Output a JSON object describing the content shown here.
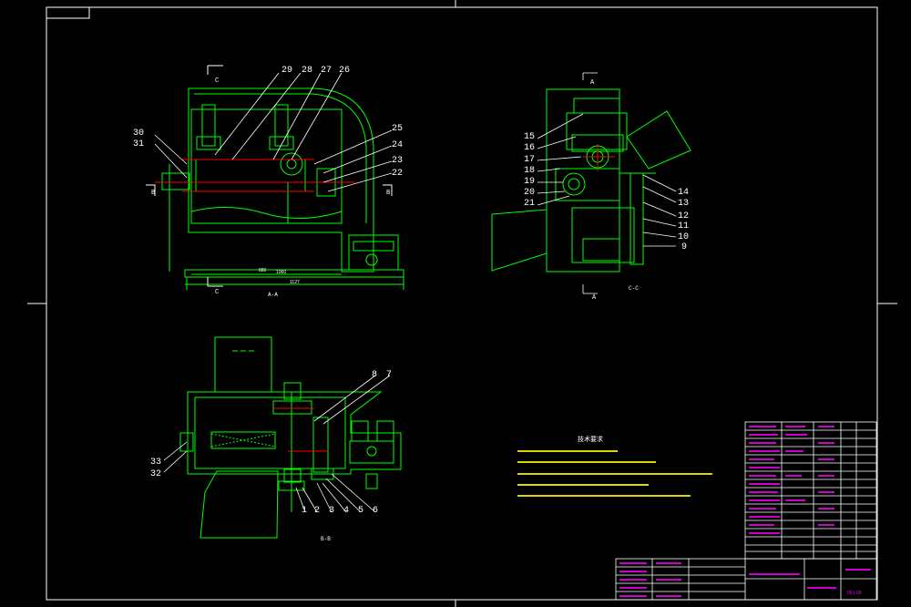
{
  "drawing": {
    "views": {
      "front": {
        "title": "A-A",
        "section_c_top": "C",
        "section_c_bottom": "C",
        "section_b_left": "B",
        "section_b_right": "B"
      },
      "side": {
        "title": "C-C",
        "section_a_top": "A",
        "section_a_bottom": "A"
      },
      "plan": {
        "title": "B-B"
      }
    },
    "part_numbers": {
      "front": [
        "29",
        "28",
        "27",
        "26",
        "30",
        "31",
        "25",
        "24",
        "23",
        "22"
      ],
      "side": [
        "15",
        "16",
        "17",
        "18",
        "19",
        "20",
        "21",
        "14",
        "13",
        "12",
        "11",
        "10",
        "9"
      ],
      "plan": [
        "8",
        "7",
        "33",
        "32",
        "1",
        "2",
        "3",
        "4",
        "5",
        "6"
      ]
    },
    "dimensions": {
      "overall": "1127",
      "base": "1060",
      "inner": "880"
    },
    "notes_title": "技术要求",
    "title_block": {
      "drawing_no": "00-j-00"
    }
  },
  "colors": {
    "background": "#000000",
    "outline": "#00ff00",
    "frame": "#ffffff",
    "accent": "#ff00ff",
    "center": "#ff0000",
    "note": "#ffff00"
  }
}
